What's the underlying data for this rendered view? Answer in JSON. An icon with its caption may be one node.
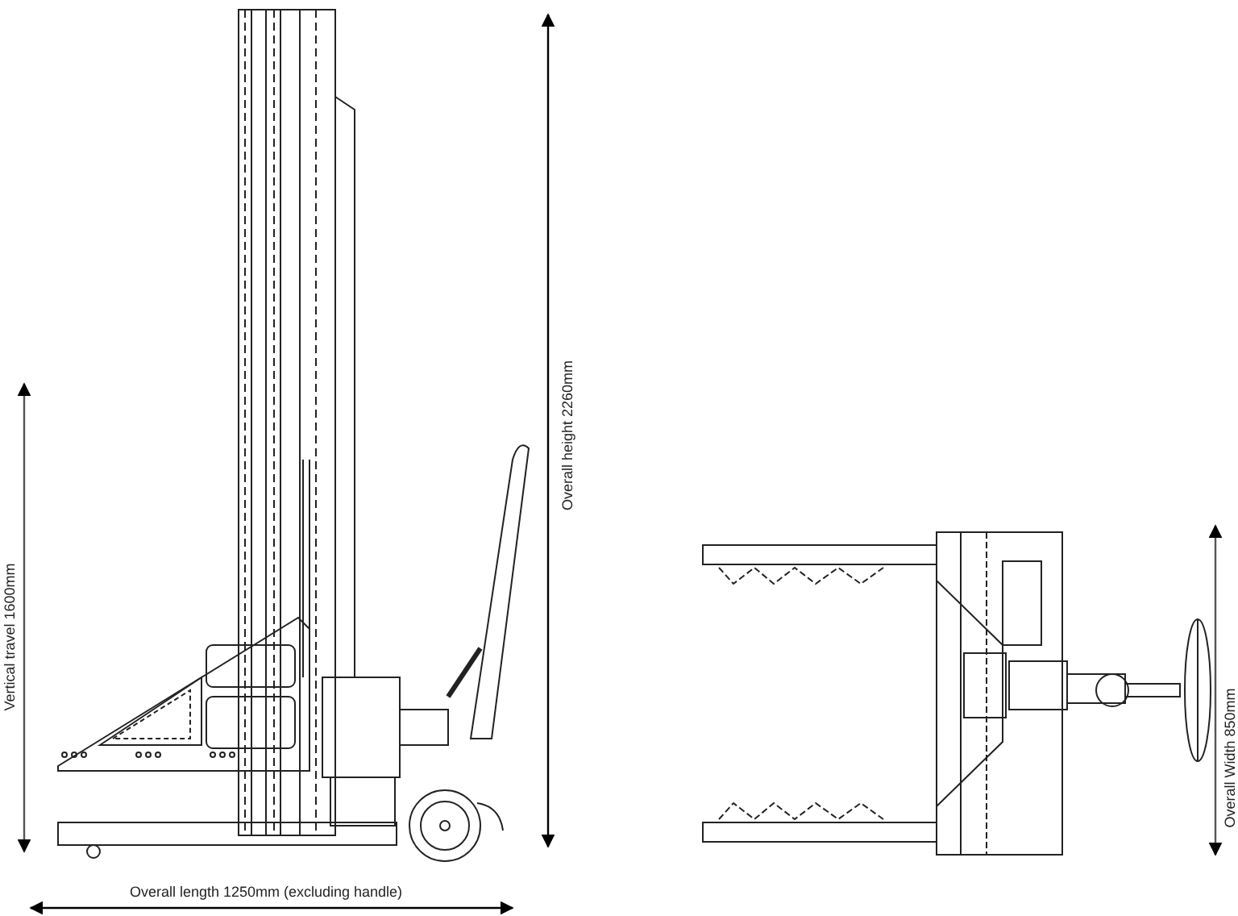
{
  "diagram": {
    "labels": [
      "Overall height 2260mm",
      "Vertical travel 1600mm",
      "Overall Width 850mm",
      "Overall length 1250mm (excluding handle)"
    ]
  }
}
